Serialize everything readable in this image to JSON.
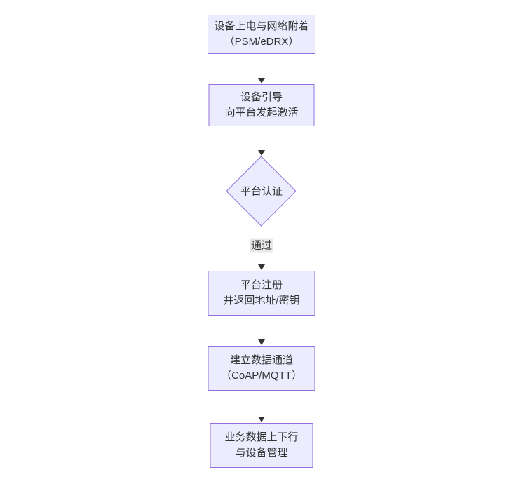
{
  "flowchart": {
    "colors": {
      "background": "#ffffff",
      "node_fill": "#ECECFF",
      "node_border": "#9370DB",
      "arrow": "#333333",
      "edge_label_bg": "#e8e8e8",
      "text": "#333333"
    },
    "nodes": {
      "power_attach": {
        "line1": "设备上电与网络附着",
        "line2": "（PSM/eDRX）"
      },
      "bootstrap": {
        "line1": "设备引导",
        "line2": "向平台发起激活"
      },
      "auth_decision": {
        "label": "平台认证"
      },
      "register": {
        "line1": "平台注册",
        "line2": "并返回地址/密钥"
      },
      "data_channel": {
        "line1": "建立数据通道",
        "line2": "（CoAP/MQTT）"
      },
      "business": {
        "line1": "业务数据上下行",
        "line2": "与设备管理"
      }
    },
    "edges": {
      "auth_pass_label": "通过"
    }
  }
}
